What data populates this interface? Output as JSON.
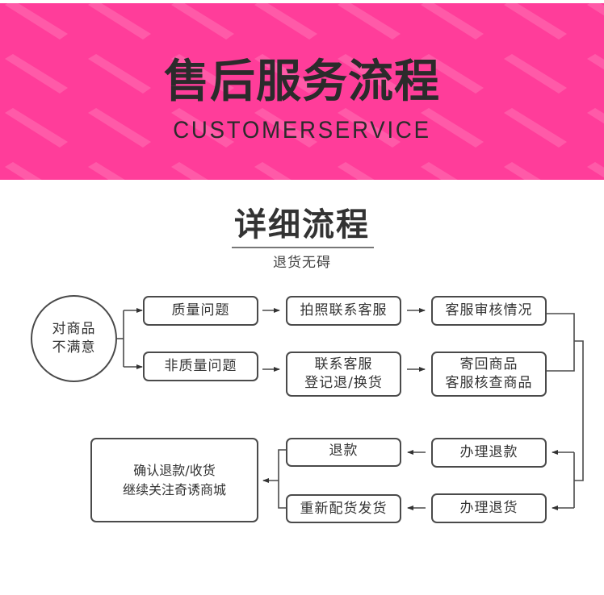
{
  "colors": {
    "banner_bg": "#ff3d9a",
    "banner_stripe": "#ff5aa8",
    "text_dark": "#2b2b2b",
    "box_border": "#4a4a4a"
  },
  "banner": {
    "title": "售后服务流程",
    "subtitle": "CUSTOMERSERVICE"
  },
  "section": {
    "title": "详细流程",
    "subtitle": "退货无碍"
  },
  "flow": {
    "start": {
      "line1": "对商品",
      "line2": "不满意"
    },
    "quality_issue": "质量问题",
    "non_quality_issue": "非质量问题",
    "photo_contact": "拍照联系客服",
    "contact_register": {
      "line1": "联系客服",
      "line2": "登记退/换货"
    },
    "review": "客服审核情况",
    "return_goods": {
      "line1": "寄回商品",
      "line2": "客服核查商品"
    },
    "process_refund": "办理退款",
    "process_return": "办理退货",
    "refund": "退款",
    "reship": "重新配货发货",
    "final": {
      "line1": "确认退款/收货",
      "line2": "继续关注奇诱商城"
    }
  }
}
